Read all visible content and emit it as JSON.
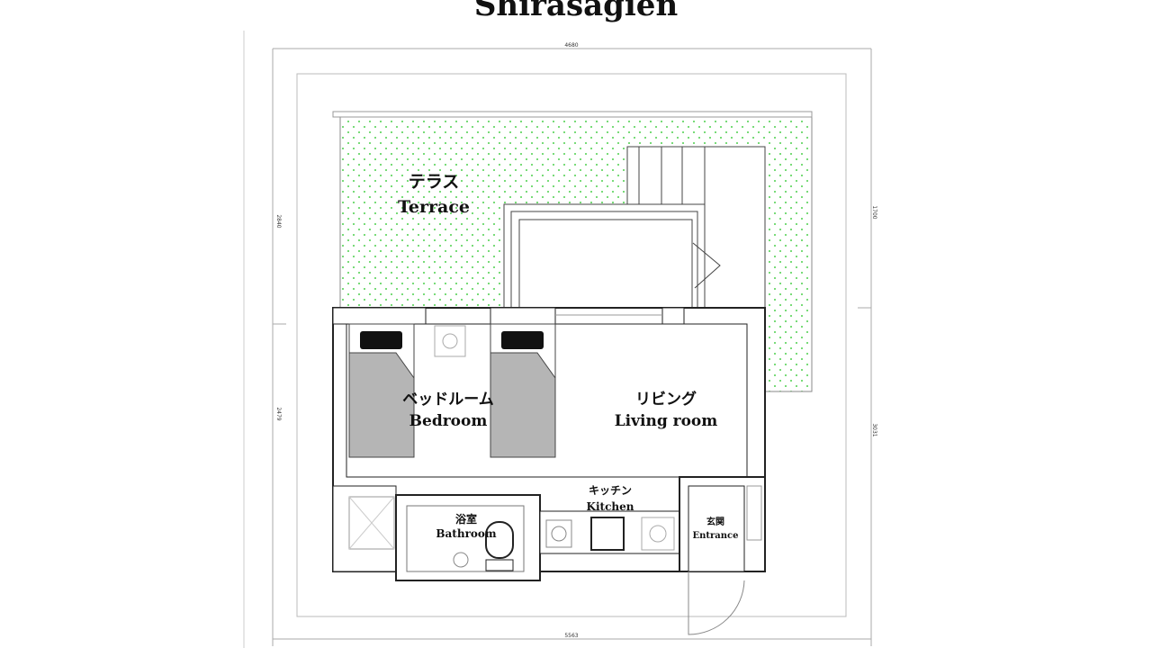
{
  "title": "Shirasagien",
  "dimensions": {
    "top": "4680",
    "bottom": "5563",
    "left_upper": "2840",
    "left_lower": "2479",
    "right_upper": "1700",
    "right_lower": "3031"
  },
  "rooms": {
    "terrace": {
      "ja": "テラス",
      "en": "Terrace"
    },
    "bedroom": {
      "ja": "ベッドルーム",
      "en": "Bedroom"
    },
    "living": {
      "ja": "リビング",
      "en": "Living room"
    },
    "kitchen": {
      "ja": "キッチン",
      "en": "Kitchen"
    },
    "bathroom": {
      "ja": "浴室",
      "en": "Bathroom"
    },
    "entrance": {
      "ja": "玄関",
      "en": "Entrance"
    }
  },
  "colors": {
    "terrace_dots": "#4cd04c",
    "bed": "#b5b5b5",
    "wall": "#222222"
  }
}
